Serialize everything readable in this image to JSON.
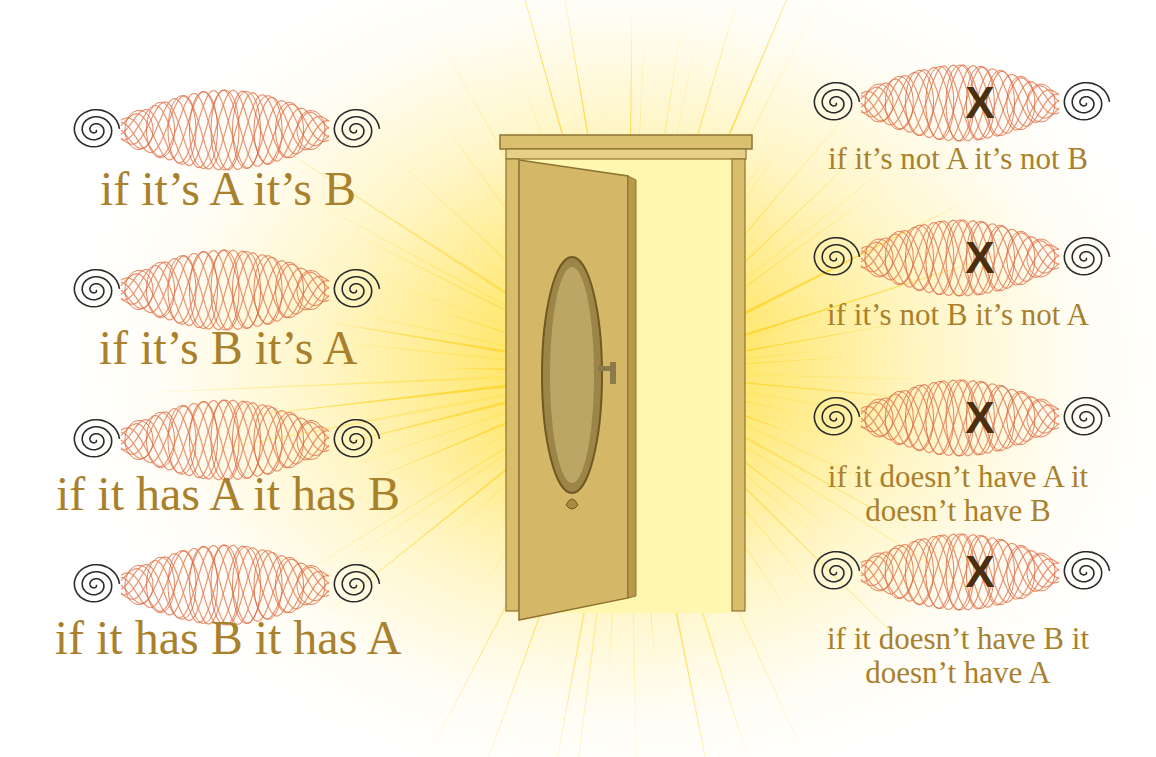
{
  "diagram": {
    "labels": [
      "if it’s A it’s B",
      "if it’s B it’s A",
      "if it has A it has B",
      "if it has B it has A",
      "X",
      "if it’s not A it’s not B",
      "X",
      "if it’s not B it’s not A",
      "X",
      "if it doesn’t have A it doesn’t have B",
      "X",
      "if it doesn’t have B it doesn’t have A"
    ]
  }
}
